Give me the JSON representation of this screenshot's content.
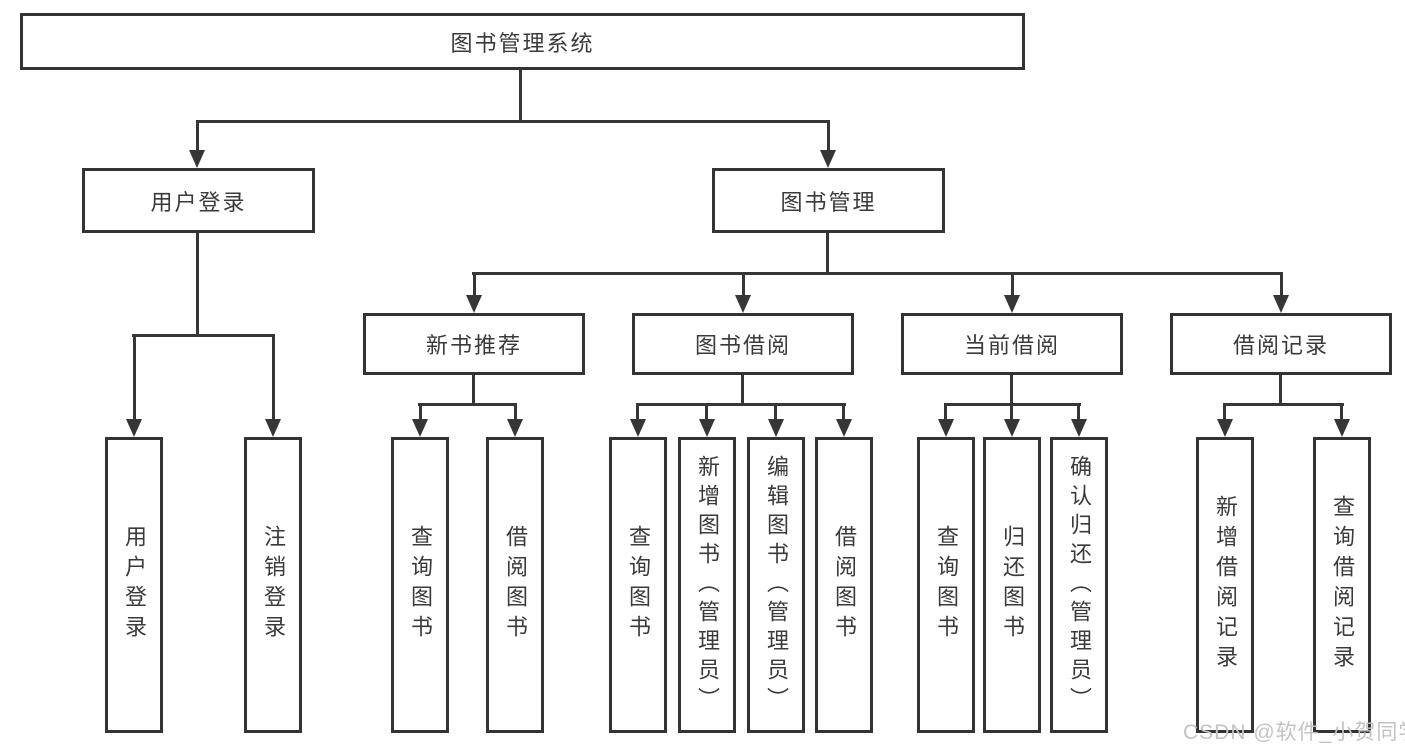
{
  "diagram": {
    "title": "图书管理系统",
    "root": {
      "label": "图书管理系统"
    },
    "branches": [
      {
        "label": "用户登录",
        "children": [
          {
            "label": "用户登录"
          },
          {
            "label": "注销登录"
          }
        ]
      },
      {
        "label": "图书管理",
        "children": [
          {
            "label": "新书推荐",
            "children": [
              {
                "label": "查询图书"
              },
              {
                "label": "借阅图书"
              }
            ]
          },
          {
            "label": "图书借阅",
            "children": [
              {
                "label": "查询图书"
              },
              {
                "label": "新增图书（管理员）"
              },
              {
                "label": "编辑图书（管理员）"
              },
              {
                "label": "借阅图书"
              }
            ]
          },
          {
            "label": "当前借阅",
            "children": [
              {
                "label": "查询图书"
              },
              {
                "label": "归还图书"
              },
              {
                "label": "确认归还（管理员）"
              }
            ]
          },
          {
            "label": "借阅记录",
            "children": [
              {
                "label": "新增借阅记录"
              },
              {
                "label": "查询借阅记录"
              }
            ]
          }
        ]
      }
    ]
  },
  "watermark": {
    "text": "CSDN @软件_小贺同学"
  },
  "colors": {
    "line": "#363636",
    "border": "#333333",
    "text": "#3a3a3a",
    "watermark": "#c3c3c3",
    "background": "#ffffff"
  }
}
